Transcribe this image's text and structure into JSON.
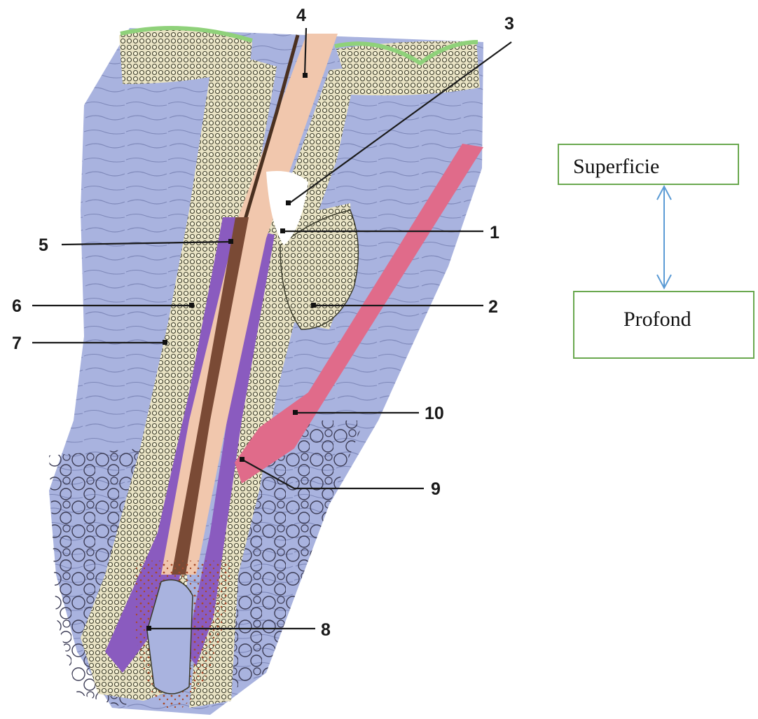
{
  "diagram": {
    "callouts": [
      {
        "id": "1",
        "label": "1"
      },
      {
        "id": "2",
        "label": "2"
      },
      {
        "id": "3",
        "label": "3"
      },
      {
        "id": "4",
        "label": "4"
      },
      {
        "id": "5",
        "label": "5"
      },
      {
        "id": "6",
        "label": "6"
      },
      {
        "id": "7",
        "label": "7"
      },
      {
        "id": "8",
        "label": "8"
      },
      {
        "id": "9",
        "label": "9"
      },
      {
        "id": "10",
        "label": "10"
      }
    ],
    "colors": {
      "dermis": "#a9b3df",
      "epidermis_surface": "#b8e6a3",
      "hair_shaft": "#f1c7ad",
      "cortex_dark": "#7a4a35",
      "inner_sheath": "#8a5bbf",
      "arrector_muscle": "#e06b8a",
      "cell_fill": "#f5f0c8",
      "box_border": "#6aa84f",
      "arrow": "#5b9bd5"
    }
  },
  "orientation": {
    "top_label": "Superficie",
    "bottom_label": "Profond"
  }
}
